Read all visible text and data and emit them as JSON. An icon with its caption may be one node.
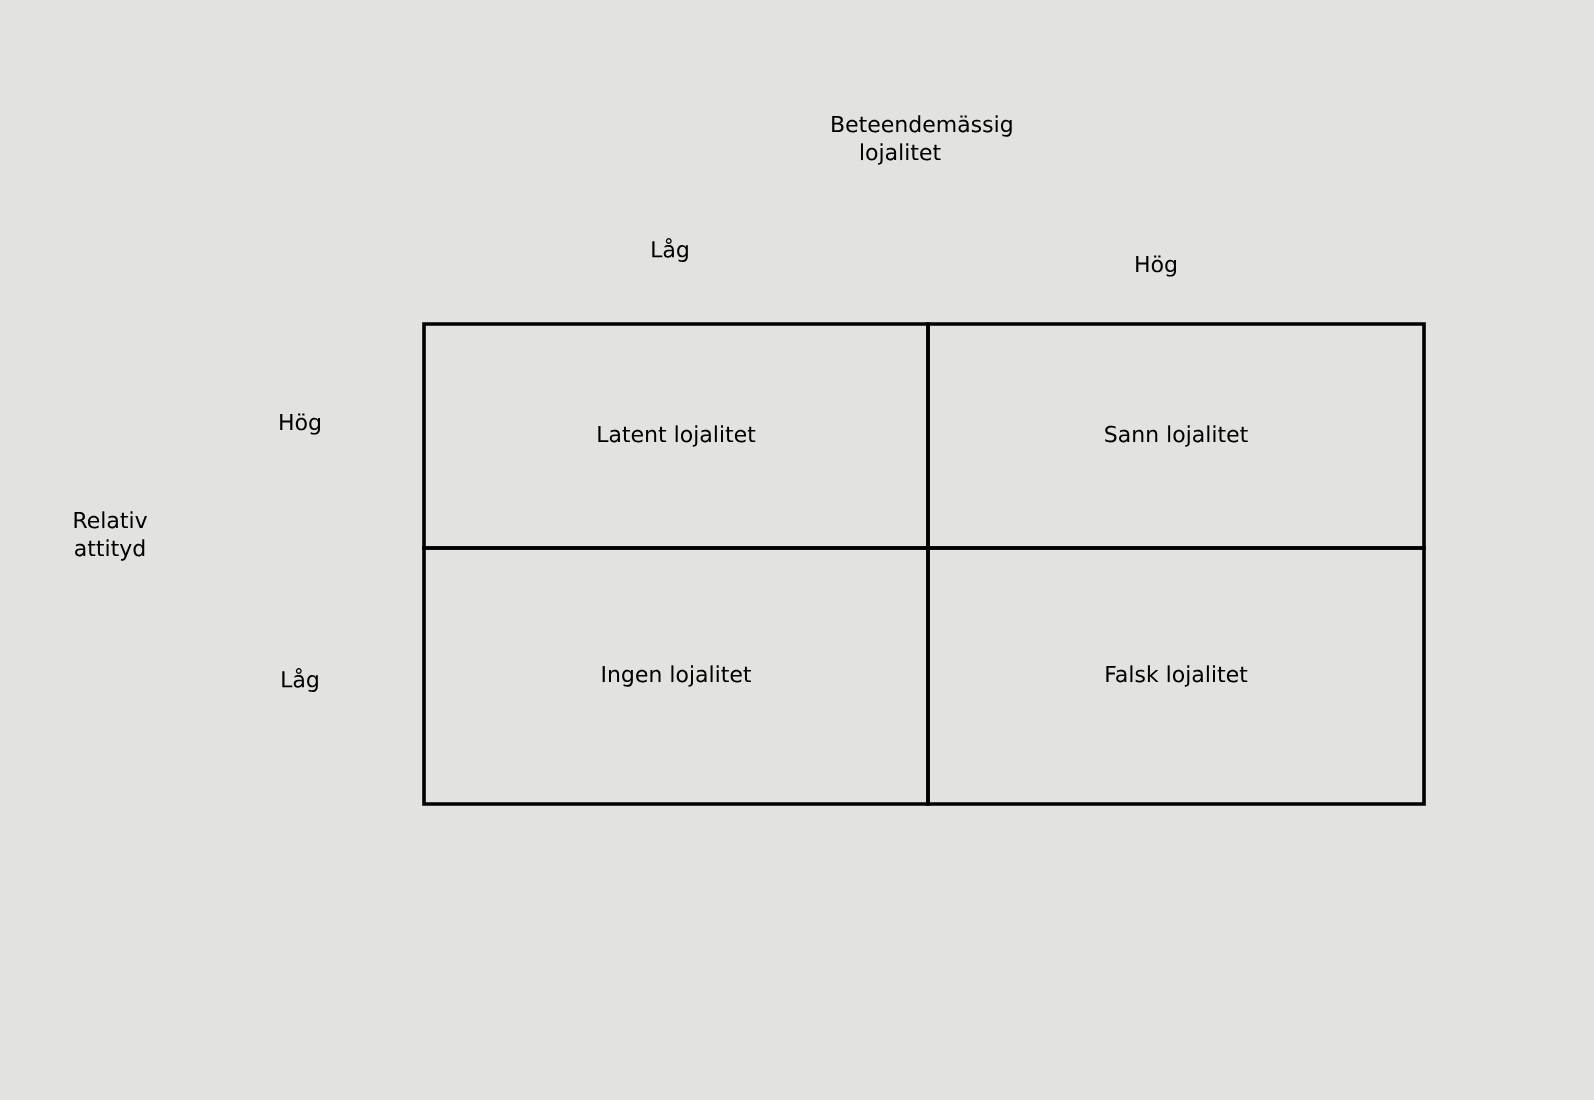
{
  "diagram": {
    "nodes": [
      {
        "text": [
          "Latent lojalitet"
        ]
      },
      {
        "text": [
          "Sann lojalitet"
        ]
      },
      {
        "text": [
          "Ingen lojalitet"
        ]
      },
      {
        "text": [
          "Falsk lojalitet"
        ]
      }
    ],
    "labels": [
      "Beteendemässig lojalitet",
      "Låg",
      "Hög",
      "Hög",
      "Relativ attityd",
      "Låg"
    ]
  }
}
